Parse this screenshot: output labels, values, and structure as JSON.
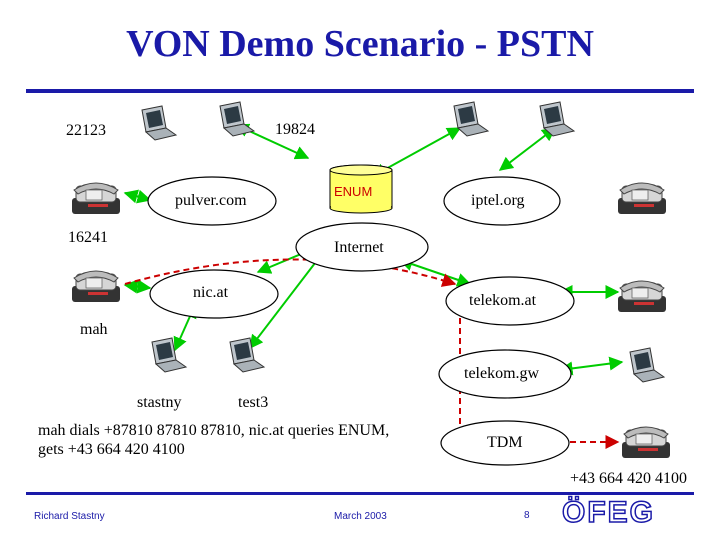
{
  "title": "VON Demo Scenario - PSTN",
  "nodes": {
    "pulver": "pulver.com",
    "enum": "ENUM",
    "iptel": "iptel.org",
    "internet": "Internet",
    "nicat": "nic.at",
    "telekom_at": "telekom.at",
    "telekom_gw": "telekom.gw",
    "tdm": "TDM"
  },
  "labels": {
    "n22123": "22123",
    "n19824": "19824",
    "n16241": "16241",
    "mah": "mah",
    "stastny": "stastny",
    "test3": "test3",
    "pstn_number": "+43 664 420 4100"
  },
  "note": {
    "line1": "mah dials +87810 87810 87810, nic.at queries ENUM,",
    "line2": "gets +43 664 420 4100"
  },
  "footer": {
    "author": "Richard Stastny",
    "date": "March 2003",
    "page": "8",
    "logo": "ÖFEG"
  },
  "colors": {
    "title": "#1a1aa8",
    "link_green": "#00cc00",
    "call_path_red": "#cc0000",
    "enum_fill": "#ffff66"
  }
}
